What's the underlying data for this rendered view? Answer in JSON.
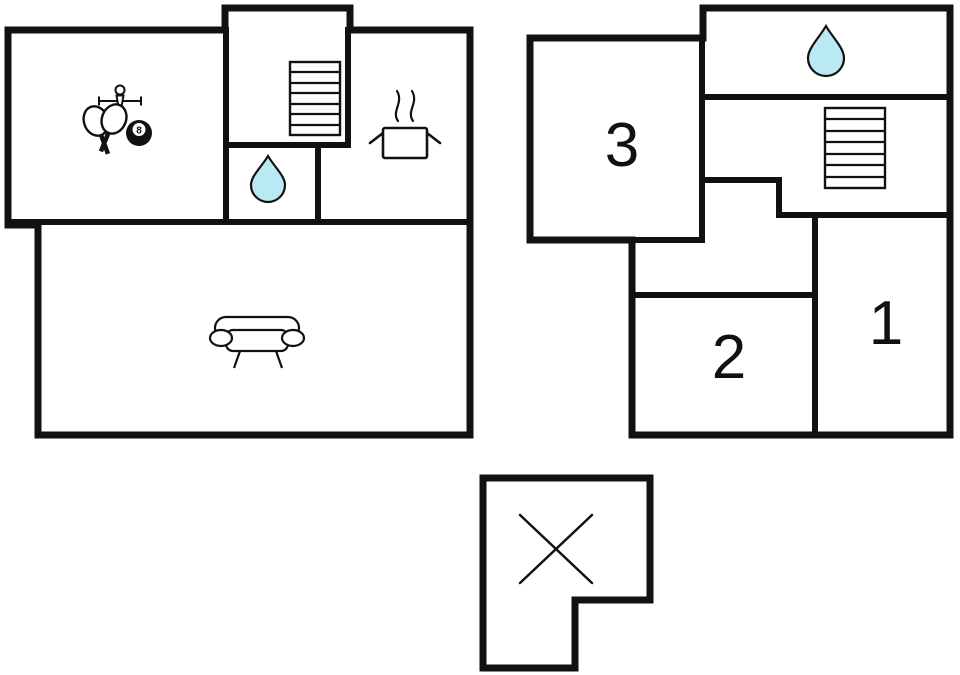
{
  "canvas": {
    "background": "#ffffff",
    "wall_color": "#111111",
    "line_color": "#111111",
    "water_color": "#b9eaf3"
  },
  "left_unit": {
    "name": "ground-floor-plan",
    "rooms": {
      "game_room": {
        "icons": [
          "table-tennis-paddles",
          "eight-ball",
          "foosball-player"
        ]
      },
      "staircase": {
        "icon": "stairs"
      },
      "bathroom": {
        "icon": "water-drop"
      },
      "kitchen": {
        "icon": "steaming-pot"
      },
      "living_room": {
        "icon": "sofa"
      }
    },
    "eight_ball": {
      "label": "8"
    }
  },
  "right_unit": {
    "name": "upper-floor-plan",
    "rooms": {
      "room3": {
        "label": "3"
      },
      "room2": {
        "label": "2"
      },
      "room1": {
        "label": "1"
      },
      "bathroom": {
        "icon": "water-drop"
      },
      "staircase": {
        "icon": "stairs"
      }
    }
  },
  "annex": {
    "name": "crossed-out-annex",
    "marker": "x-cross"
  }
}
